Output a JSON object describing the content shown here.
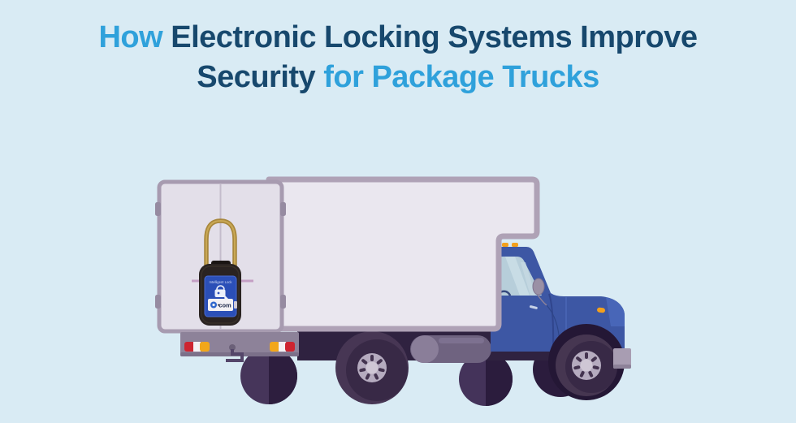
{
  "page": {
    "background_color": "#D9EBF4"
  },
  "title": {
    "lines": [
      {
        "segments": [
          {
            "text": "How ",
            "color_role": "accent"
          },
          {
            "text": "Electronic Locking Systems Improve",
            "color_role": "primary"
          }
        ]
      },
      {
        "segments": [
          {
            "text": "Security ",
            "color_role": "primary"
          },
          {
            "text": "for Package Trucks",
            "color_role": "accent"
          }
        ]
      }
    ],
    "colors": {
      "accent": "#2FA1DB",
      "primary": "#17486D"
    }
  },
  "illustration": {
    "alt": "Blue box delivery truck seen from rear three-quarter view with a gold-cable electronic padlock sealing the rear cargo doors",
    "padlock": {
      "label_title": "Intelligent Lock",
      "brand_text": "com",
      "label_color": "#2B4FB7",
      "body_color": "#2A2321",
      "shackle_color": "#A8873C"
    },
    "truck": {
      "cab_color": "#3D57A4",
      "box_color": "#EAE7EF",
      "box_outline_color": "#AFA2B6",
      "door_color": "#E3DFE9",
      "bumper_color": "#8D8299",
      "taillight_colors": [
        "#CE2430",
        "#F4F1F4",
        "#F2A71B"
      ],
      "marker_light_color": "#F2A01D"
    }
  }
}
